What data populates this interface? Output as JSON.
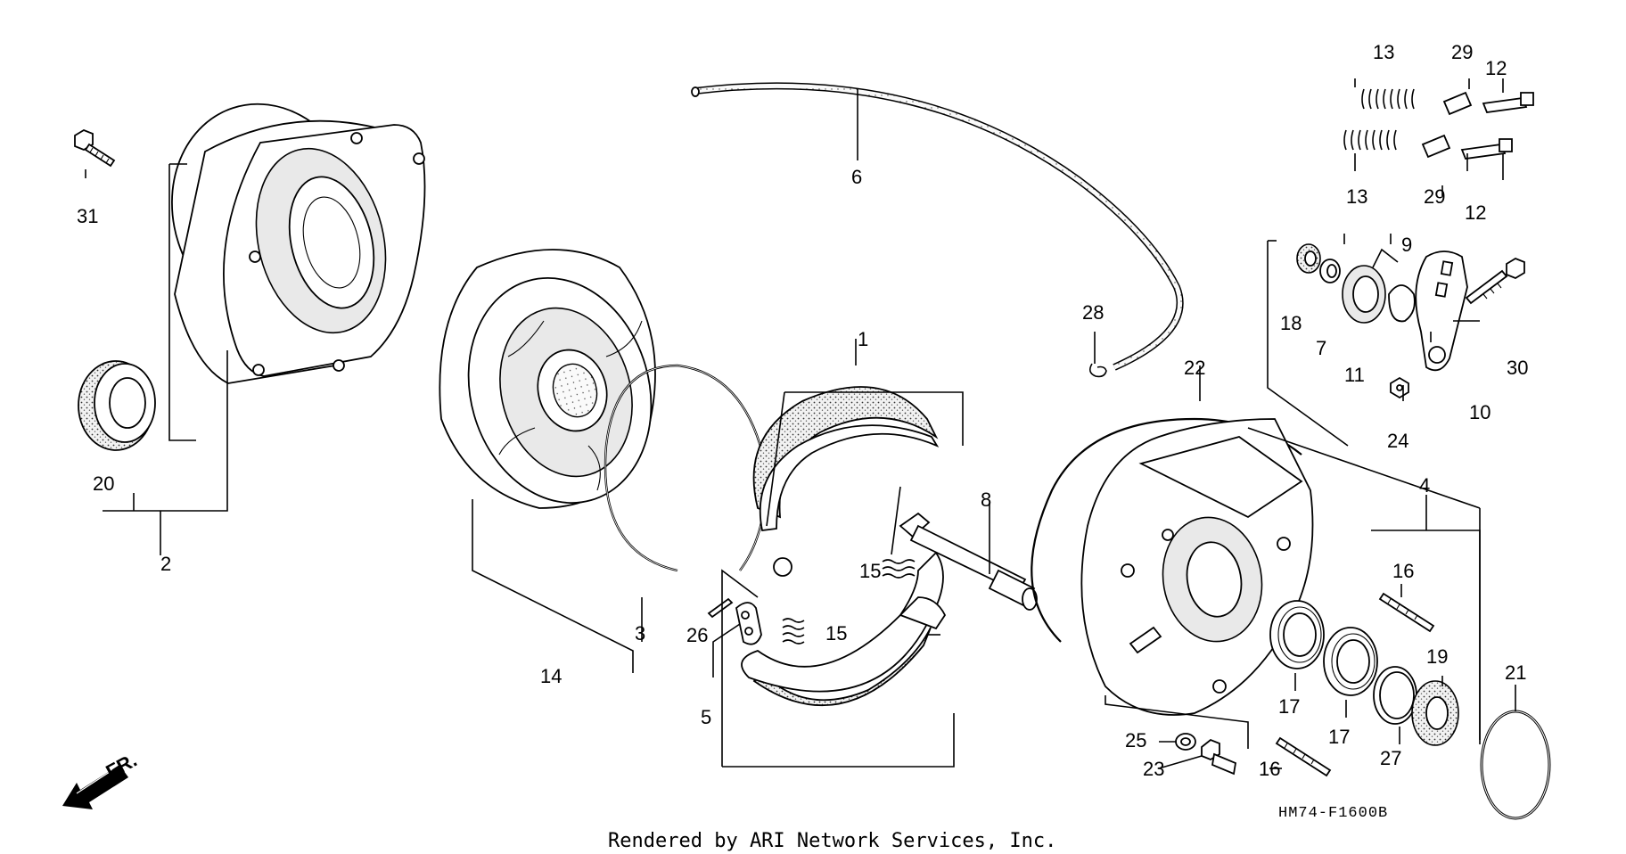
{
  "diagram": {
    "drawing_code": "HM74-F1600B",
    "footer": "Rendered by ARI Network Services, Inc.",
    "front_indicator": "FR.",
    "callouts": [
      {
        "id": "c1",
        "text": "1"
      },
      {
        "id": "c2",
        "text": "2"
      },
      {
        "id": "c3",
        "text": "3"
      },
      {
        "id": "c4",
        "text": "4"
      },
      {
        "id": "c5",
        "text": "5"
      },
      {
        "id": "c6",
        "text": "6"
      },
      {
        "id": "c7",
        "text": "7"
      },
      {
        "id": "c8",
        "text": "8"
      },
      {
        "id": "c9",
        "text": "9"
      },
      {
        "id": "c10",
        "text": "10"
      },
      {
        "id": "c11",
        "text": "11"
      },
      {
        "id": "c12a",
        "text": "12"
      },
      {
        "id": "c12b",
        "text": "12"
      },
      {
        "id": "c13a",
        "text": "13"
      },
      {
        "id": "c13b",
        "text": "13"
      },
      {
        "id": "c14",
        "text": "14"
      },
      {
        "id": "c15a",
        "text": "15"
      },
      {
        "id": "c15b",
        "text": "15"
      },
      {
        "id": "c16a",
        "text": "16"
      },
      {
        "id": "c16b",
        "text": "16"
      },
      {
        "id": "c17a",
        "text": "17"
      },
      {
        "id": "c17b",
        "text": "17"
      },
      {
        "id": "c18",
        "text": "18"
      },
      {
        "id": "c19",
        "text": "19"
      },
      {
        "id": "c20",
        "text": "20"
      },
      {
        "id": "c21",
        "text": "21"
      },
      {
        "id": "c22",
        "text": "22"
      },
      {
        "id": "c23",
        "text": "23"
      },
      {
        "id": "c24",
        "text": "24"
      },
      {
        "id": "c25",
        "text": "25"
      },
      {
        "id": "c26",
        "text": "26"
      },
      {
        "id": "c27",
        "text": "27"
      },
      {
        "id": "c28",
        "text": "28"
      },
      {
        "id": "c29a",
        "text": "29"
      },
      {
        "id": "c29b",
        "text": "29"
      },
      {
        "id": "c30",
        "text": "30"
      },
      {
        "id": "c31",
        "text": "31"
      }
    ]
  }
}
